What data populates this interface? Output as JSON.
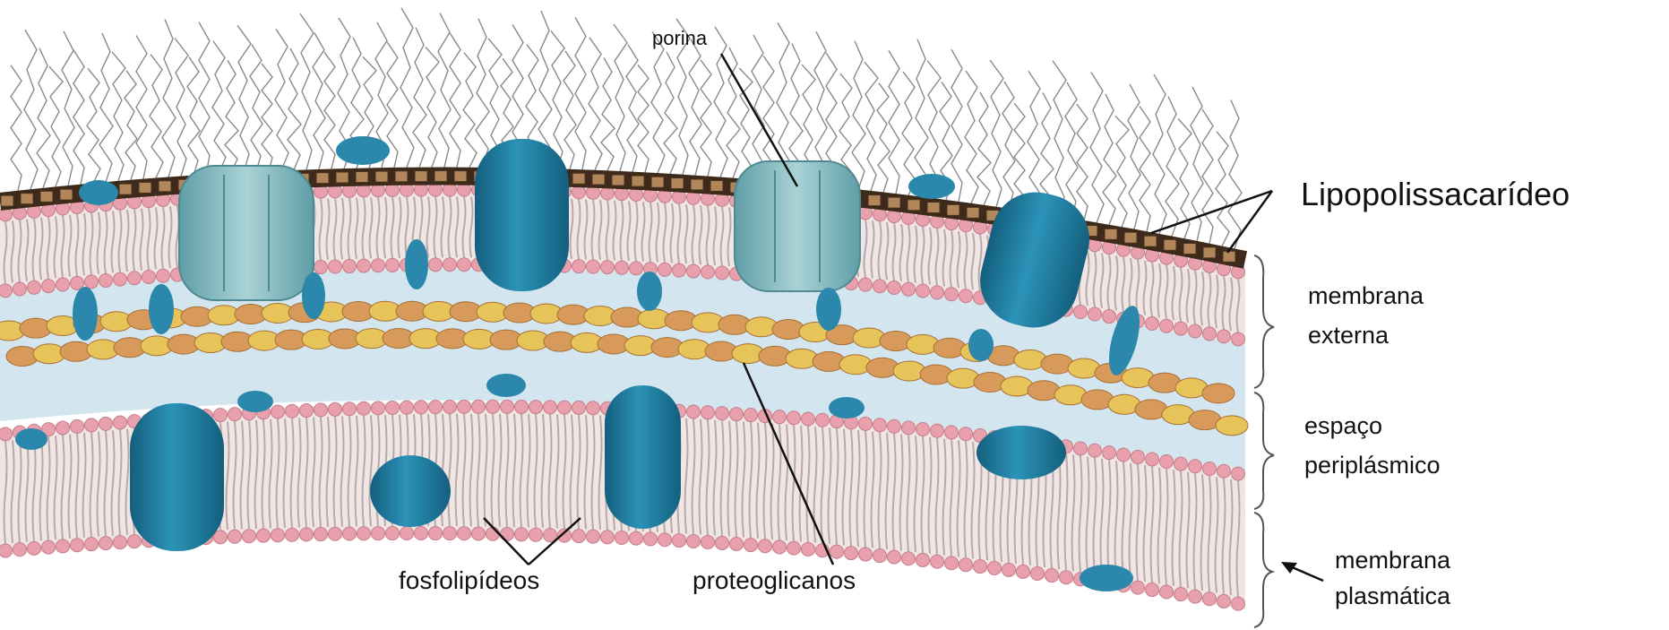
{
  "labels": {
    "porina": "porina",
    "lipopolissacarideo": "Lipopolissacarídeo",
    "membrana_externa_1": "membrana",
    "membrana_externa_2": "externa",
    "espaco_periplasmico_1": "espaço",
    "espaco_periplasmico_2": "periplásmico",
    "membrana_plasmatica_1": "membrana",
    "membrana_plasmatica_2": "plasmática",
    "fosfolipideos": "fosfolipídeos",
    "proteoglicanos": "proteoglicanos"
  },
  "colors": {
    "phospholipid_head": "#e8a0ad",
    "phospholipid_tail": "#c9b9b9",
    "protein": "#1f7fa3",
    "porin": "#7fb7bd",
    "lps_core": "#7a5a3a",
    "periplasm": "#cfe3ee",
    "peptidoglycan_a": "#d89a5a",
    "peptidoglycan_b": "#e6c45a",
    "polysaccharide_chain": "#8a8a8a"
  }
}
